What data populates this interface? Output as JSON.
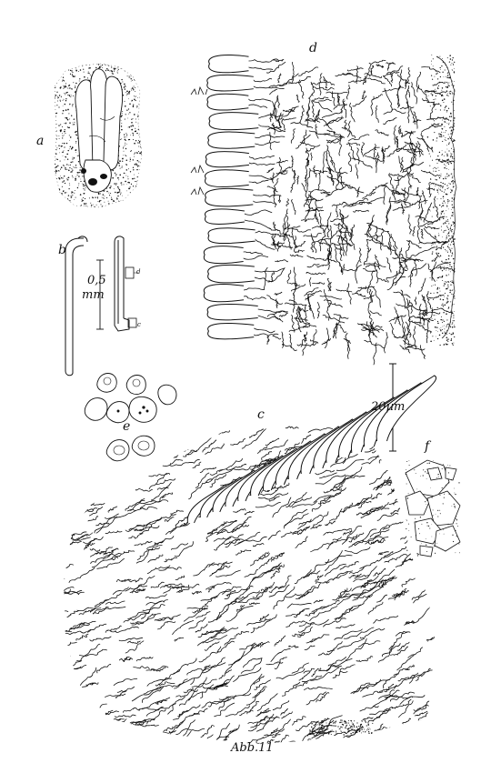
{
  "figure": {
    "caption": "Abb.11",
    "labels": {
      "a": "a",
      "b": "b",
      "c": "c",
      "d": "d",
      "e": "e",
      "f": "f",
      "b_marker_d": "d",
      "b_marker_c": "c",
      "section_marker_1": "a",
      "section_marker_2": "a"
    },
    "scale_b": {
      "value": "0,5",
      "unit": "mm"
    },
    "scale_micro": "20µm"
  },
  "colors": {
    "ink": "#111111",
    "paper": "#ffffff"
  }
}
